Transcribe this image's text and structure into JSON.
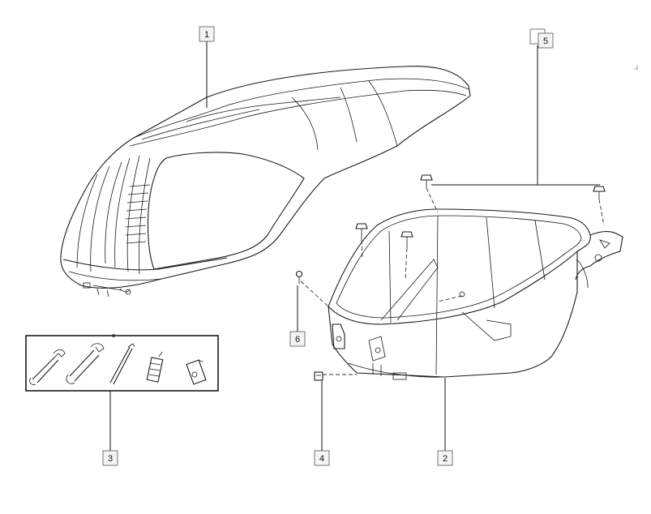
{
  "callouts": [
    {
      "id": "c1",
      "label": "1"
    },
    {
      "id": "c2",
      "label": "2"
    },
    {
      "id": "c3",
      "label": "3"
    },
    {
      "id": "c4",
      "label": "4"
    },
    {
      "id": "c5",
      "label": "5"
    },
    {
      "id": "c6",
      "label": "6"
    }
  ],
  "corner_mark": "-2",
  "colors": {
    "ink": "#1a1a1a",
    "label_fill": "#f4f4f4"
  }
}
